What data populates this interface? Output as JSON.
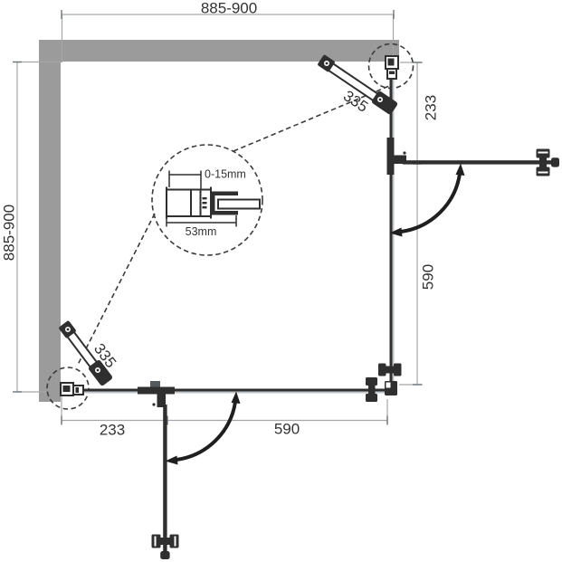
{
  "diagram": {
    "type": "shower-enclosure-plan",
    "dimensions": {
      "top_width": "885-900",
      "left_height": "885-900",
      "right_upper_segment": "233",
      "right_lower_segment": "590",
      "bottom_left_segment": "233",
      "bottom_right_segment": "590",
      "support_bar_top_right": "335",
      "support_bar_bottom_left": "335"
    },
    "detail_callout": {
      "adjustment_range": "0-15mm",
      "profile_width": "53mm"
    },
    "colors": {
      "wall": "#9b9b9b",
      "dark_line": "#2f2f2f",
      "dimension_line": "#a3a7ab",
      "tick": "#70757a",
      "glass_shadow": "#c0c3c5",
      "dashed": "#3c3c3c"
    }
  }
}
